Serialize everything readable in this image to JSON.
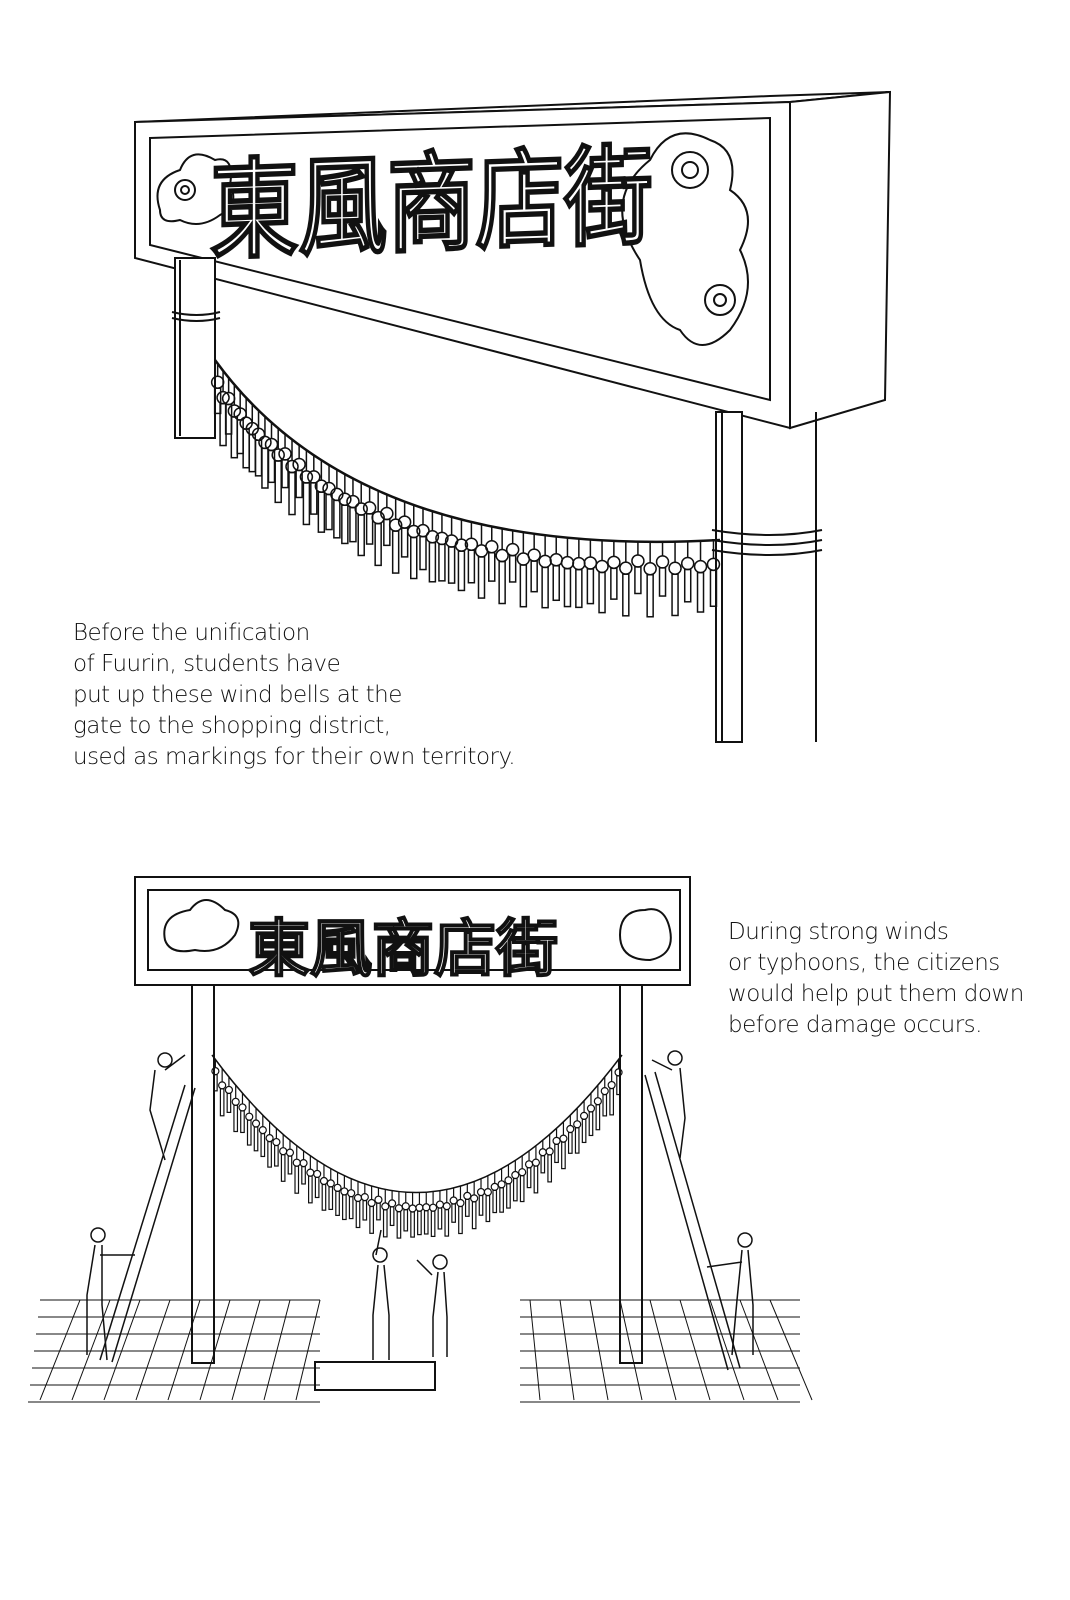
{
  "top_panel": {
    "sign_text": "東風商店街",
    "caption_lines": [
      "Before the unification",
      "of Fuurin, students have",
      "put up these wind bells at the",
      "gate to the shopping district,",
      "used as markings for their own territory."
    ]
  },
  "bottom_panel": {
    "sign_text": "東風商店街",
    "caption_lines": [
      "During strong winds",
      "or typhoons, the citizens",
      "would help put them down",
      "before damage occurs."
    ]
  }
}
